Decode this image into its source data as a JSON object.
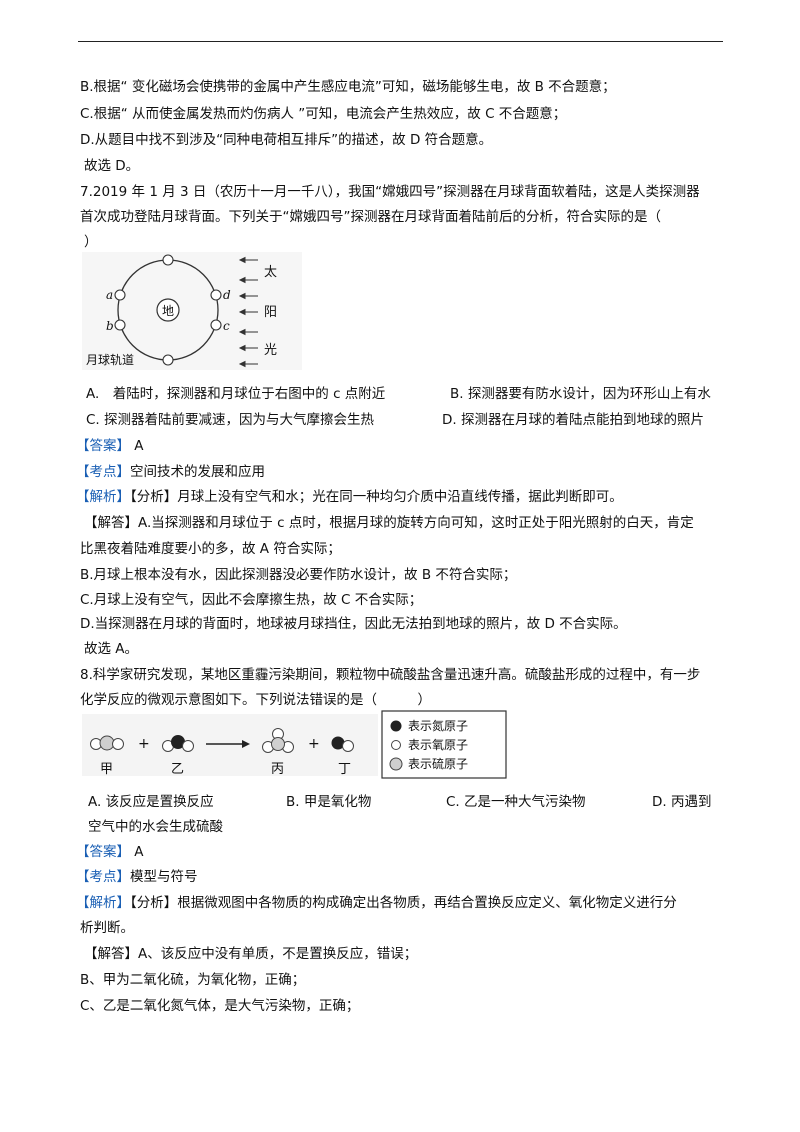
{
  "lines": {
    "l1": "B.根据“ 变化磁场会使携带的金属中产生感应电流”可知，磁场能够生电，故 B 不合题意；",
    "l2": "C.根据“ 从而使金属发热而灼伤病人 ”可知，电流会产生热效应，故 C 不合题意；",
    "l3": "D.从题目中找不到涉及“同种电荷相互排斥”的描述，故 D 符合题意。",
    "l4": "故选 D。",
    "q7a": "7.2019 年 1 月 3 日（农历十一月一千八），我国“嫦娥四号”探测器在月球背面软着陆，这是人类探测器",
    "q7b": "首次成功登陆月球背面。下列关于“嫦娥四号”探测器在月球背面着陆前后的分析，符合实际的是（",
    "q7c": "）",
    "q7optA": "A.　着陆时，探测器和月球位于右图中的 c 点附近",
    "q7optB": "B. 探测器要有防水设计，因为环形山上有水",
    "q7optC": "C. 探测器着陆前要减速，因为与大气摩擦会生热",
    "q7optD": "D. 探测器在月球的着陆点能拍到地球的照片",
    "ans7_tag": "【答案】",
    "ans7": "A",
    "kd7_tag": "【考点】",
    "kd7": "空间技术的发展和应用",
    "jx7_tag": "【解析】",
    "jx7": "【分析】月球上没有空气和水；光在同一种均匀介质中沿直线传播，据此判断即可。",
    "jd7a": "【解答】A.当探测器和月球位于 c 点时，根据月球的旋转方向可知，这时正处于阳光照射的白天，肯定",
    "jd7b": "比黑夜着陆难度要小的多，故 A 符合实际；",
    "jd7c": "B.月球上根本没有水，因此探测器没必要作防水设计，故 B 不符合实际；",
    "jd7d": "C.月球上没有空气，因此不会摩擦生热，故 C 不合实际；",
    "jd7e": "D.当探测器在月球的背面时，地球被月球挡住，因此无法拍到地球的照片，故 D 不合实际。",
    "jd7f": "故选 A。",
    "q8a": "8.科学家研究发现，某地区重霾污染期间，颗粒物中硫酸盐含量迅速升高。硫酸盐形成的过程中，有一步",
    "q8b": "化学反应的微观示意图如下。下列说法错误的是（　　　）",
    "q8optA": "A. 该反应是置换反应",
    "q8optB": "B. 甲是氧化物",
    "q8optC": "C. 乙是一种大气污染物",
    "q8optD": "D. 丙遇到",
    "q8optD2": "空气中的水会生成硫酸",
    "ans8_tag": "【答案】",
    "ans8": "A",
    "kd8_tag": "【考点】",
    "kd8": "模型与符号",
    "jx8_tag": "【解析】",
    "jx8a": "【分析】根据微观图中各物质的构成确定出各物质，再结合置换反应定义、氧化物定义进行分",
    "jx8b": "析判断。",
    "jd8a": "【解答】A、该反应中没有单质，不是置换反应，错误；",
    "jd8b": "B、甲为二氧化硫，为氧化物，正确；",
    "jd8c": "C、乙是二氧化氮气体，是大气污染物，正确；"
  },
  "fig1": {
    "earth": "地",
    "sun_chars": [
      "太",
      "阳",
      "光"
    ],
    "points": [
      "a",
      "b",
      "c",
      "d"
    ],
    "orbit_label": "月球轨道"
  },
  "fig2": {
    "labels": [
      "甲",
      "乙",
      "丙",
      "丁"
    ],
    "plus": "+",
    "legend": [
      "表示氮原子",
      "表示氧原子",
      "表示硫原子"
    ]
  },
  "colors": {
    "tag": "#1a5fb4",
    "nitrogen": "#222222",
    "oxygen": "#ffffff",
    "sulfur": "#cfcfcf"
  }
}
